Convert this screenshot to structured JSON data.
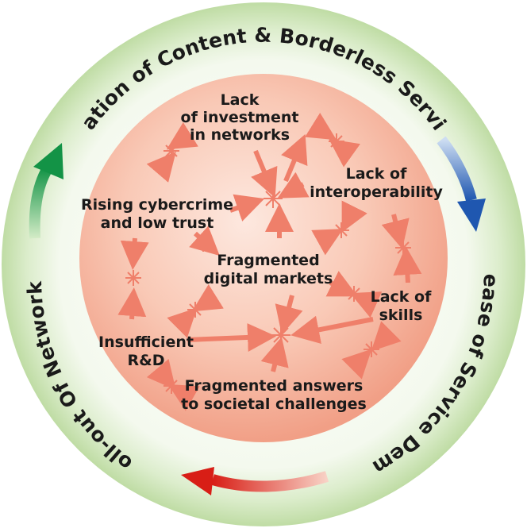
{
  "outer_ring": {
    "top_label": "Creation of Content & Borderless Services",
    "right_label": "Increase of Service Demand",
    "left_label": "Roll-out Of Networks"
  },
  "nodes": {
    "investment": [
      "Lack",
      "of investment",
      "in networks"
    ],
    "interoperability": [
      "Lack of",
      "interoperability"
    ],
    "cybercrime": [
      "Rising cybercrime",
      "and low trust"
    ],
    "markets": [
      "Fragmented",
      "digital markets"
    ],
    "skills": [
      "Lack of",
      "skills"
    ],
    "rnd": [
      "Insufficient",
      "R&D"
    ],
    "societal": [
      "Fragmented answers",
      "to societal challenges"
    ]
  },
  "colors": {
    "outer_ring": "#d8ebc9",
    "inner_core": "#f7b9a3",
    "arrow": "#ef7f6a",
    "cycle_green": "#1e9a4a",
    "cycle_blue": "#2a63b8",
    "cycle_red": "#d9261c"
  }
}
